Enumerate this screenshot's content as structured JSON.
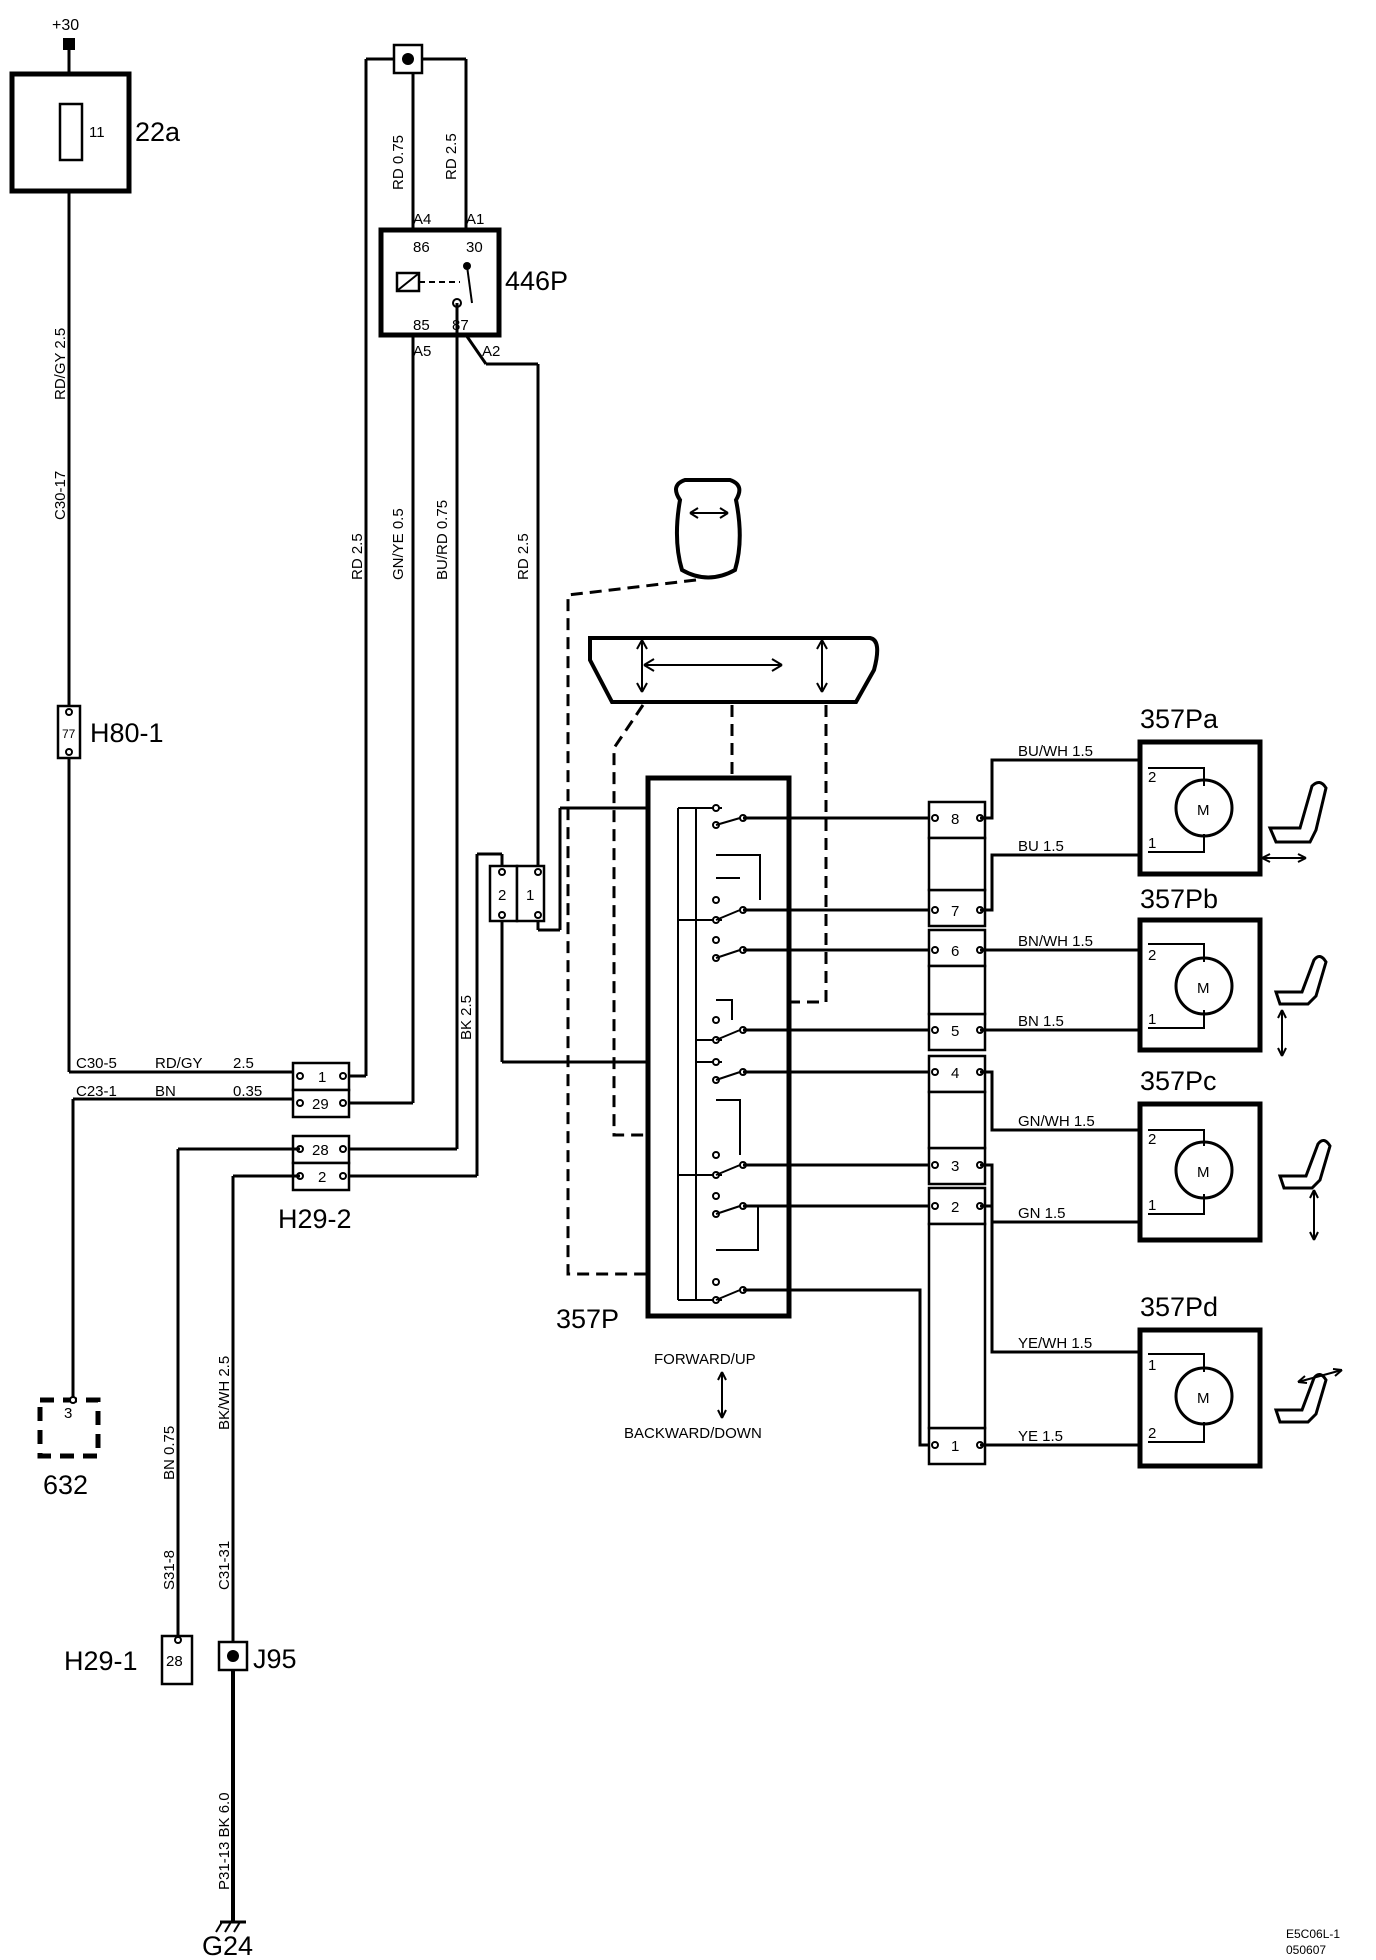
{
  "labels": {
    "supply": "+30",
    "fuse_box": "22a",
    "fuse_num": "11",
    "relay": "446P",
    "relay_pin_a4": "A4",
    "relay_pin_a1": "A1",
    "relay_pin_a5": "A5",
    "relay_pin_a2": "A2",
    "relay_86": "86",
    "relay_30": "30",
    "relay_85": "85",
    "relay_87": "87",
    "h80": "H80-1",
    "h80_pin": "77",
    "h29_2": "H29-2",
    "h29_2_pins": [
      "1",
      "29",
      "28",
      "2"
    ],
    "small_conn_pins": [
      "2",
      "1"
    ],
    "switch": "357P",
    "switch_fwd": "FORWARD/UP",
    "switch_bwd": "BACKWARD/DOWN",
    "conn_pins": [
      "8",
      "7",
      "6",
      "5",
      "4",
      "3",
      "2",
      "1"
    ],
    "motor_a": "357Pa",
    "motor_b": "357Pb",
    "motor_c": "357Pc",
    "motor_d": "357Pd",
    "motor_letter": "M",
    "motor_a_pins": [
      "2",
      "1"
    ],
    "motor_b_pins": [
      "2",
      "1"
    ],
    "motor_c_pins": [
      "2",
      "1"
    ],
    "motor_d_pins": [
      "1",
      "2"
    ],
    "comp_632": "632",
    "comp_632_pin": "3",
    "h29_1": "H29-1",
    "h29_1_pin": "28",
    "j95": "J95",
    "g24": "G24",
    "doc_id_1": "E5C06L-1",
    "doc_id_2": "050607"
  },
  "wires": {
    "rdgy_vert": "RD/GY  2.5",
    "c30_17": "C30-17",
    "rd075": "RD  0.75",
    "rd25_relay": "RD  2.5",
    "rd25_left": "RD  2.5",
    "gnye": "GN/YE 0.5",
    "burd": "BU/RD 0.75",
    "rd25_right": "RD  2.5",
    "bk25": "BK  2.5",
    "c30_5": "C30-5",
    "c30_5_w": "RD/GY",
    "c30_5_s": "2.5",
    "c23_1": "C23-1",
    "c23_1_w": "BN",
    "c23_1_s": "0.35",
    "bn075": "BN  0.75",
    "s31_8": "S31-8",
    "bkwh": "BK/WH   2.5",
    "c31_31": "C31-31",
    "p31_13": "P31-13 BK  6.0",
    "buwh": "BU/WH  1.5",
    "bu": "BU   1.5",
    "bnwh": "BN/WH  1.5",
    "bn": "BN   1.5",
    "gnwh": "GN/WH  1.5",
    "gn": "GN   1.5",
    "yewh": "YE/WH  1.5",
    "ye": "YE   1.5"
  }
}
